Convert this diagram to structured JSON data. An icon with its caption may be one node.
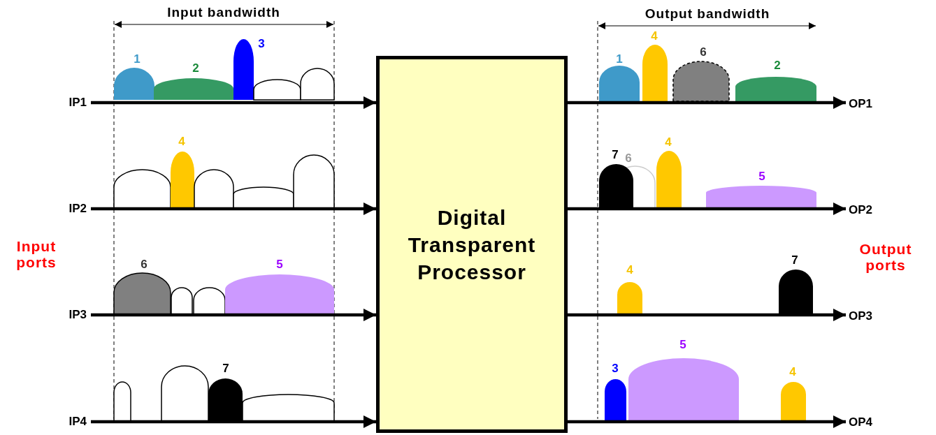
{
  "diagram": {
    "nodes": [
      {
        "text": [
          "Digital Transparent Processor"
        ]
      },
      {
        "text": [
          "IP1"
        ]
      },
      {
        "text": [
          "IP2"
        ]
      },
      {
        "text": [
          "IP3"
        ]
      },
      {
        "text": [
          "IP4"
        ]
      },
      {
        "text": [
          "OP1"
        ]
      },
      {
        "text": [
          "OP2"
        ]
      },
      {
        "text": [
          "OP3"
        ]
      },
      {
        "text": [
          "OP4"
        ]
      }
    ],
    "edges": [
      {
        "from": 1,
        "to": 0,
        "arrow": "to"
      },
      {
        "from": 2,
        "to": 0,
        "arrow": "to"
      },
      {
        "from": 3,
        "to": 0,
        "arrow": "to"
      },
      {
        "from": 4,
        "to": 0,
        "arrow": "to"
      },
      {
        "from": 0,
        "to": 5,
        "arrow": "to"
      },
      {
        "from": 0,
        "to": 6,
        "arrow": "to"
      },
      {
        "from": 0,
        "to": 7,
        "arrow": "to"
      },
      {
        "from": 0,
        "to": 8,
        "arrow": "to"
      }
    ],
    "labels": [
      "Input bandwidth",
      "Output bandwidth",
      "1",
      "2",
      "3",
      "1",
      "4",
      "6",
      "2",
      "4",
      "7",
      "6",
      "4",
      "5",
      "Input ports",
      "Output ports",
      "6",
      "5",
      "4",
      "7",
      "7",
      "3",
      "5",
      "4"
    ]
  }
}
